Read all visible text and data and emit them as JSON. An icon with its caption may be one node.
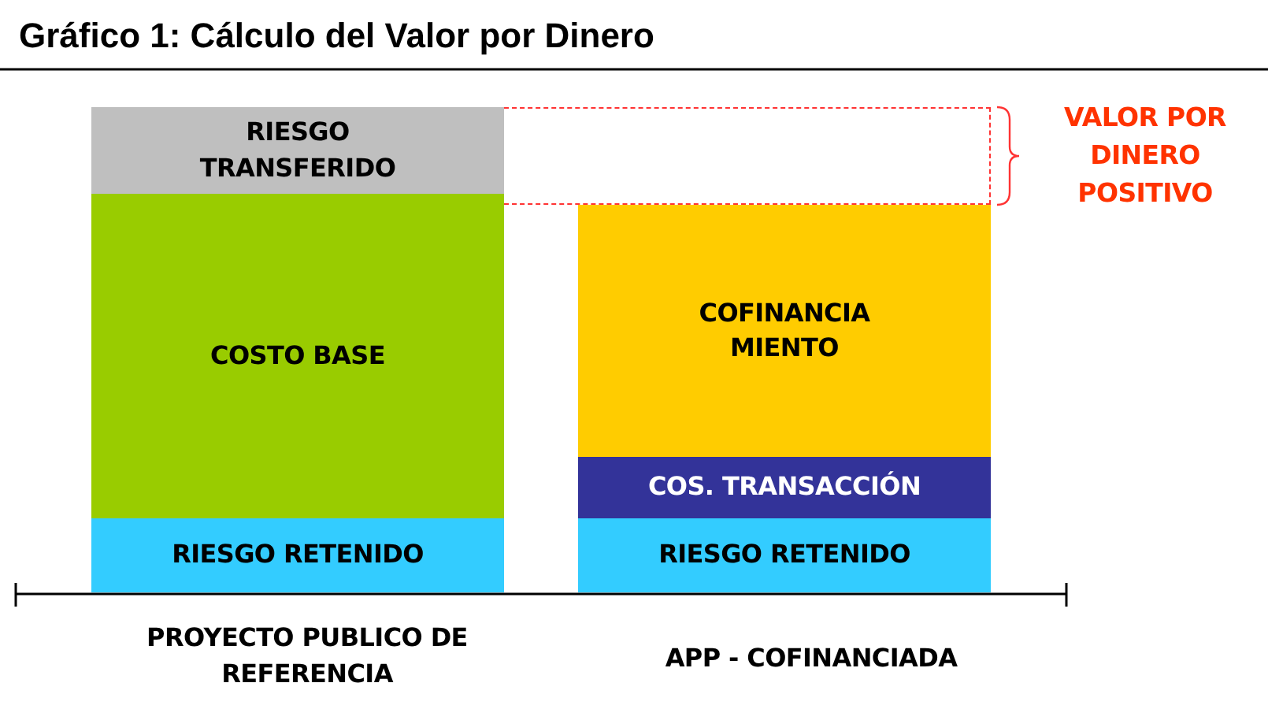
{
  "diagram": {
    "title": "Gráfico 1: Cálculo del Valor por Dinero",
    "nodes": [
      {
        "text": [
          "RIESGO TRANSFERIDO"
        ]
      },
      {
        "text": [],
        "shape": "box",
        "beside": [
          "VALOR POR DINERO POSITIVO"
        ]
      },
      {
        "text": [
          "COSTO BASE"
        ]
      },
      {
        "text": [
          "COFINANCIA MIENTO"
        ]
      },
      {
        "text": [
          "COS. TRANSACCIÓN"
        ]
      },
      {
        "text": [
          "RIESGO RETENIDO"
        ]
      },
      {
        "text": [
          "RIESGO RETENIDO"
        ]
      }
    ],
    "labels": [
      "PROYECTO PUBLICO DE REFERENCIA",
      "APP - COFINANCIADA"
    ]
  }
}
